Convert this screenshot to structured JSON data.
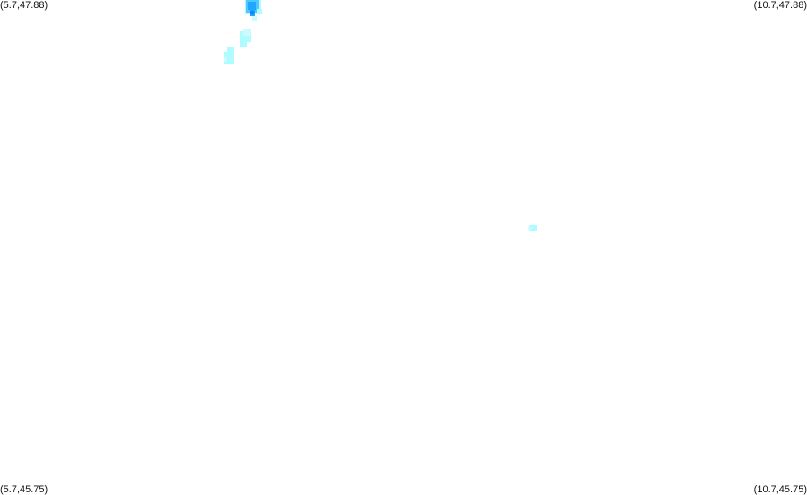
{
  "map": {
    "corner_labels": {
      "top_left": "(5.7,47.88)",
      "top_right": "(10.7,47.88)",
      "bottom_left": "(5.7,45.75)",
      "bottom_right": "(10.7,45.75)"
    },
    "colors": {
      "background": "#ffffff",
      "light_cyan": "#aefcff",
      "pale_cyan": "#c9fbff",
      "medium_blue": "#50c8ff",
      "bright_blue": "#1ea7ff",
      "deep_blue": "#0e84ff"
    }
  }
}
